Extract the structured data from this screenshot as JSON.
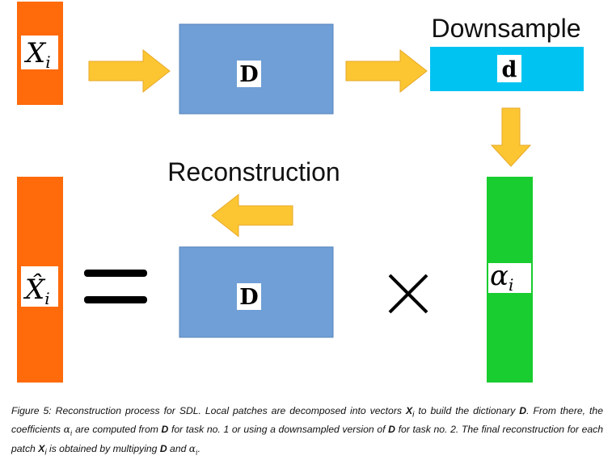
{
  "colors": {
    "input_bar": "#ff6a0b",
    "dictionary_box": "#6f9fd6",
    "downsampled_box": "#00c3f2",
    "coefficient_bar": "#19cc2f",
    "arrow": "#fcc632",
    "arrow_stroke": "#e6a82a",
    "symbol": "#000000"
  },
  "labels": {
    "input_var": "X",
    "input_sub": "i",
    "recon_var": "X̂",
    "recon_sub": "i",
    "dictionary": "D",
    "dictionary_bottom": "D",
    "downsampled": "d",
    "alpha_var": "α",
    "alpha_sub": "i",
    "downsample_title": "Downsample",
    "reconstruction_title": "Reconstruction",
    "equals_symbol": "=",
    "times_symbol": "×"
  },
  "caption": {
    "t1": "Figure 5: Reconstruction process for SDL. Local patches are decomposed into vectors ",
    "b1": "X",
    "s1": "i",
    "t2": " to build the dictionary ",
    "b2": "D",
    "t3": ". From there, the coefficients ",
    "a1": "α",
    "a1s": "i",
    "t4": " are computed from ",
    "b3": "D",
    "t5": " for task no. 1 or using a downsampled version of ",
    "b4": "D",
    "t6": " for task no. 2. The final reconstruction for each patch ",
    "b5": "X",
    "s2": "i",
    "t7": " is obtained by multipying ",
    "b6": "D",
    "t8": " and ",
    "a2": "α",
    "a2s": "i",
    "t9": "."
  }
}
